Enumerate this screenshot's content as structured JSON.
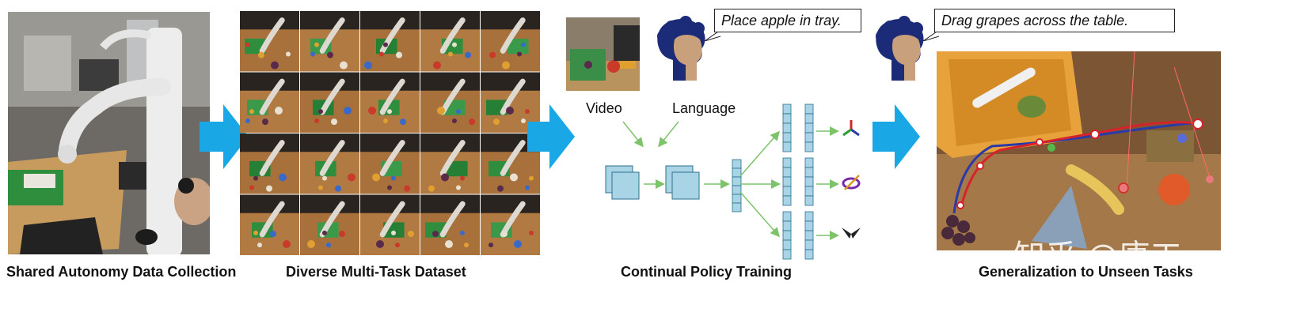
{
  "sections": [
    {
      "caption": "Shared Autonomy Data Collection"
    },
    {
      "caption": "Diverse Multi-Task Dataset"
    },
    {
      "caption": "Continual Policy Training"
    },
    {
      "caption": "Generalization to Unseen Tasks"
    }
  ],
  "policy": {
    "input_video_label": "Video",
    "input_language_label": "Language",
    "instruction_1": "Place apple in tray.",
    "instruction_2": "Drag grapes across the table."
  },
  "watermark": "知乎 @唐工",
  "colors": {
    "arrow": "#1aa7e6",
    "network_block": "#a9d4e6",
    "network_stroke": "#2b6f8f",
    "connector": "#7cc36a",
    "trajectory_red": "#d6232a",
    "trajectory_blue": "#2a3aa8"
  },
  "icons": [
    "robot-photo",
    "person-head-icon",
    "translation-axes-icon",
    "rotation-icon",
    "gripper-icon"
  ]
}
